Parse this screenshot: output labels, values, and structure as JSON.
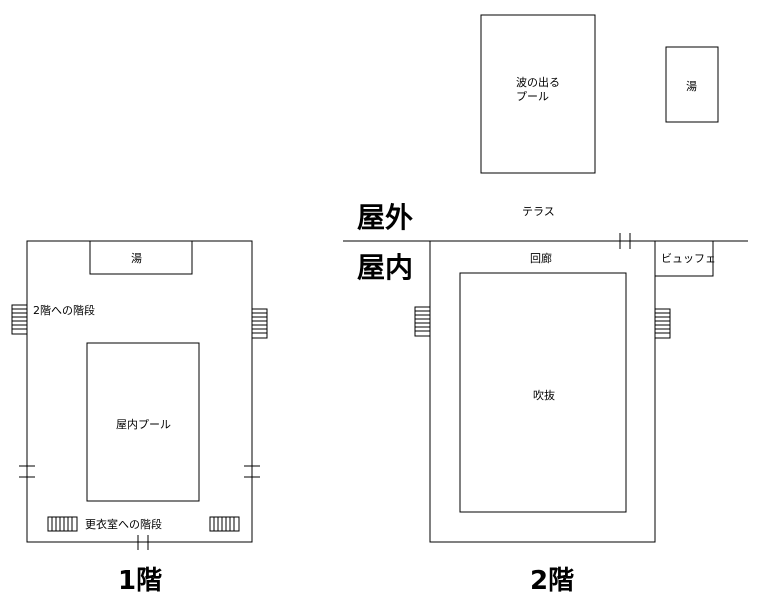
{
  "outdoor": {
    "wave_pool_line1": "波の出る",
    "wave_pool_line2": "プール",
    "hot_bath": "湯",
    "terrace": "テラス"
  },
  "headings": {
    "outside": "屋外",
    "inside": "屋内"
  },
  "floor1": {
    "bath": "湯",
    "stairs_to_2f": "2階への階段",
    "indoor_pool": "屋内プール",
    "stairs_to_locker": "更衣室への階段",
    "label": "1階"
  },
  "floor2": {
    "corridor": "回廊",
    "buffet": "ビュッフェ",
    "atrium": "吹抜",
    "label": "2階"
  }
}
